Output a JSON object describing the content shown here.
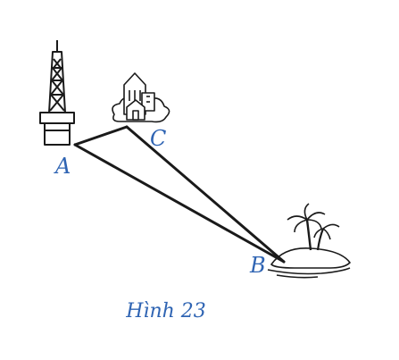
{
  "figure": {
    "caption": "Hình 23",
    "colors": {
      "ink": "#1a1a1a",
      "label_blue": "#2f64b3"
    },
    "points": [
      {
        "name": "A",
        "icon": "tower-icon"
      },
      {
        "name": "B",
        "icon": "island-icon"
      },
      {
        "name": "C",
        "icon": "building-icon"
      }
    ],
    "segments": [
      "AB",
      "AC",
      "CB"
    ]
  }
}
